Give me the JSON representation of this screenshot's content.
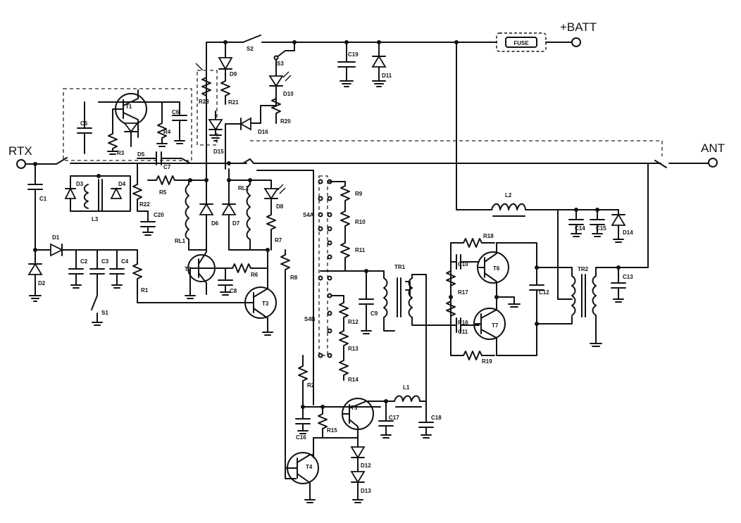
{
  "terminals": {
    "rtx": "RTX",
    "ant": "ANT",
    "batt": "+BATT"
  },
  "fuse_label": "FUSE",
  "components": {
    "t1": "T1",
    "t2": "T2",
    "t3": "T3",
    "t4": "T4",
    "t5": "T5",
    "t6": "T6",
    "t7": "T7",
    "d1": "D1",
    "d2": "D2",
    "d3": "D3",
    "d4": "D4",
    "d5": "D5",
    "d6": "D6",
    "d7": "D7",
    "d8": "D8",
    "d9": "D9",
    "d10": "D10",
    "d11": "D11",
    "d12": "D12",
    "d13": "D13",
    "d14": "D14",
    "d15": "D15",
    "d16": "D16",
    "c1": "C1",
    "c2": "C2",
    "c3": "C3",
    "c4": "C4",
    "c5": "C5",
    "c6": "C6",
    "c7": "C7",
    "c8": "C8",
    "c9": "C9",
    "c10": "C10",
    "c11": "C11",
    "c12": "C12",
    "c13": "C13",
    "c14": "C14",
    "c15": "C15",
    "c16": "C16",
    "c17": "C17",
    "c18": "C18",
    "c19": "C19",
    "c20": "C20",
    "r1": "R1",
    "r2": "R2",
    "r3": "R3",
    "r4": "R4",
    "r5": "R5",
    "r6": "R6",
    "r7": "R7",
    "r8": "R8",
    "r9": "R9",
    "r10": "R10",
    "r11": "R11",
    "r12": "R12",
    "r13": "R13",
    "r14": "R14",
    "r15": "R15",
    "r16": "R16",
    "r17": "R17",
    "r18": "R18",
    "r19": "R19",
    "r20": "R20",
    "r21": "R21",
    "r22": "R22",
    "r23": "R23",
    "l1": "L1",
    "l2": "L2",
    "l3": "L3",
    "tr1": "TR1",
    "tr2": "TR2",
    "rl1": "RL1",
    "rl2": "RL2",
    "s1": "S1",
    "s2": "S2",
    "s3": "S3",
    "s4a": "S4A",
    "s4b": "S4B"
  }
}
